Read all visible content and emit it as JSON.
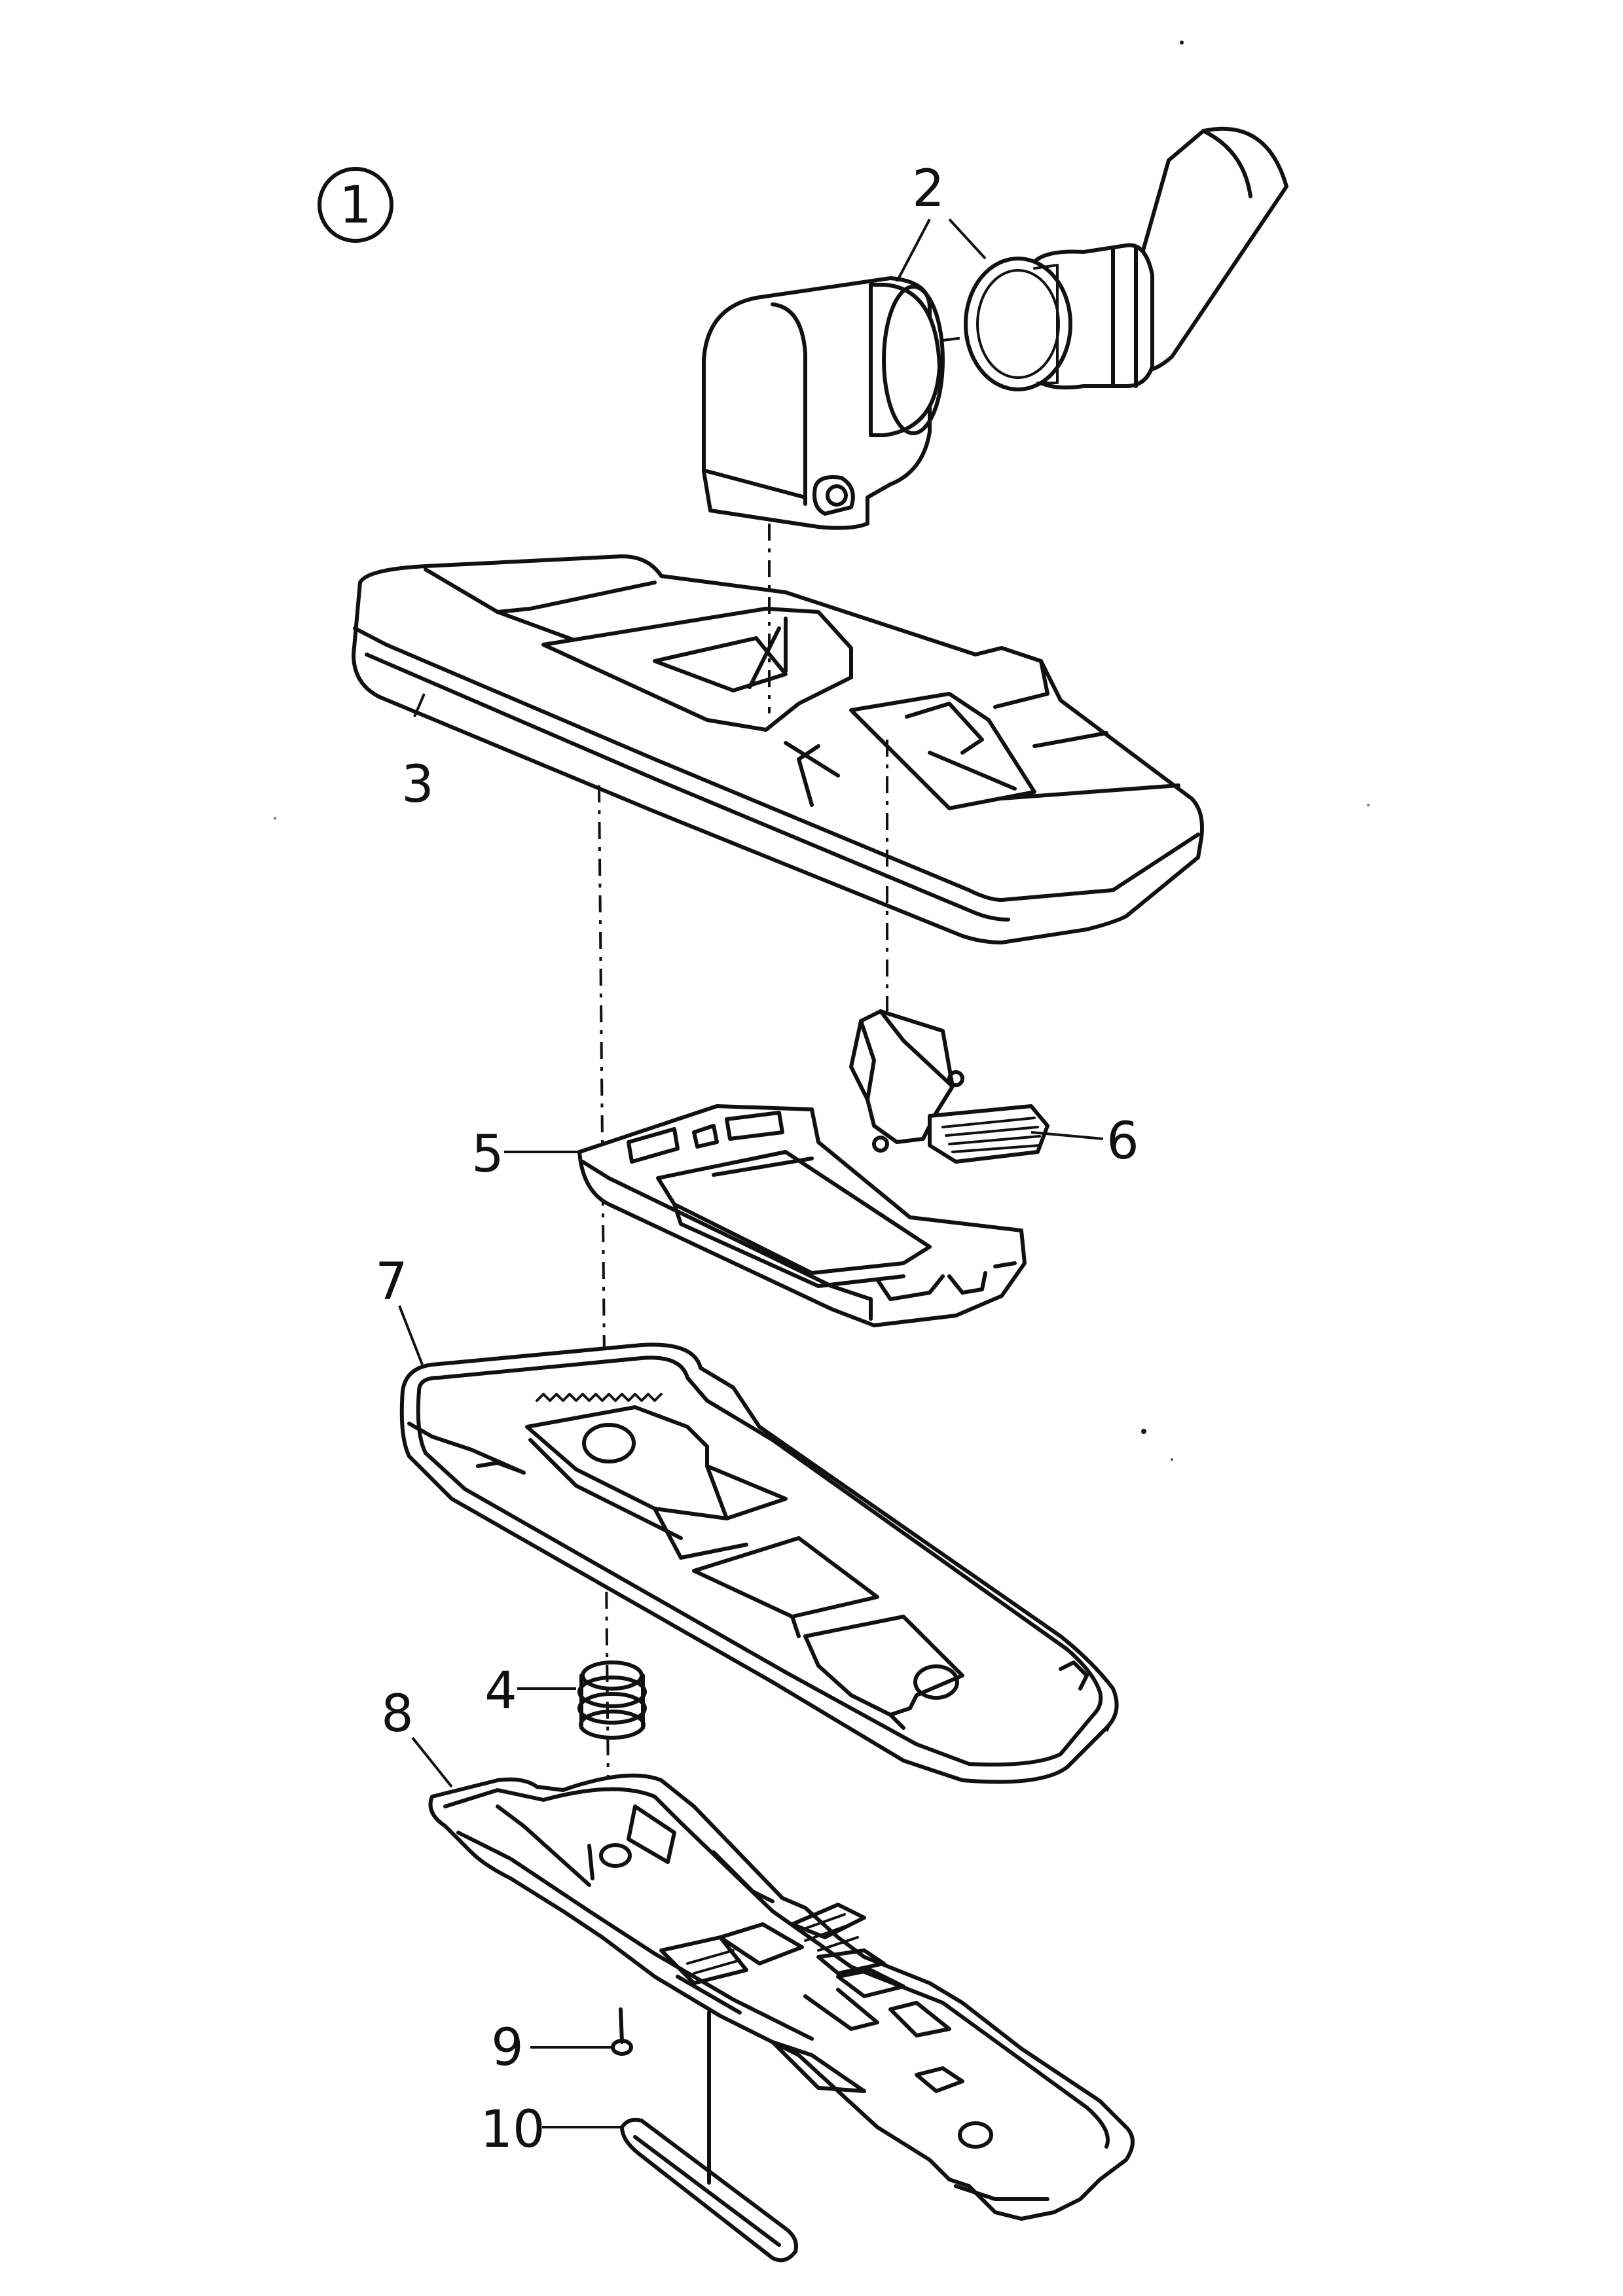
{
  "figure_number": "1",
  "part_labels": [
    {
      "id": "part-2",
      "text": "2"
    },
    {
      "id": "part-3",
      "text": "3"
    },
    {
      "id": "part-4",
      "text": "4"
    },
    {
      "id": "part-5",
      "text": "5"
    },
    {
      "id": "part-6",
      "text": "6"
    },
    {
      "id": "part-7",
      "text": "7"
    },
    {
      "id": "part-8",
      "text": "8"
    },
    {
      "id": "part-9",
      "text": "9"
    },
    {
      "id": "part-10",
      "text": "10"
    }
  ],
  "line_color": "#111111",
  "background_color": "#ffffff"
}
